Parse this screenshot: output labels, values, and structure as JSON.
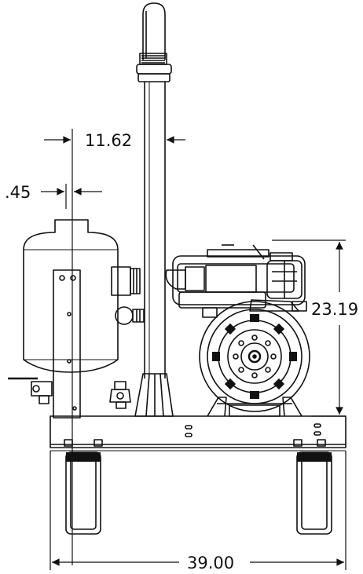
{
  "dimensions": {
    "offset_a": "11.62",
    "offset_b": ".45",
    "height": "23.19",
    "width": "39.00"
  },
  "colors": {
    "line": "#111111",
    "background": "#ffffff"
  }
}
